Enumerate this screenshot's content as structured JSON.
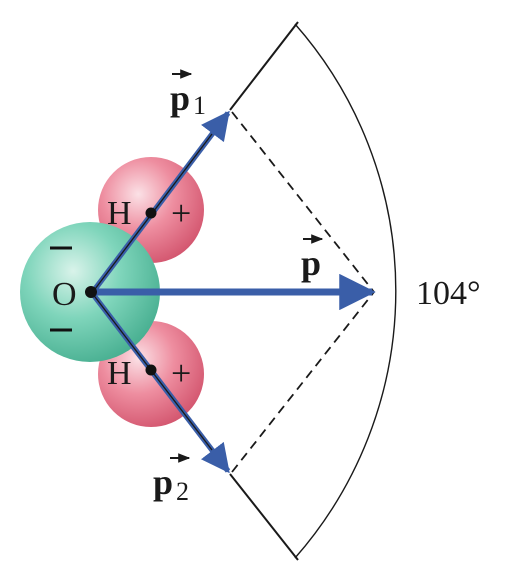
{
  "labels": {
    "p1_letter": "p",
    "p1_sub": "1",
    "p_letter": "p",
    "p2_letter": "p",
    "p2_sub": "2",
    "oxygen": "O",
    "hydrogen_top": "H",
    "hydrogen_bottom": "H",
    "plus_top": "+",
    "plus_bottom": "+",
    "angle": "104°"
  },
  "colors": {
    "arrow": "#3a5ea8",
    "oxygen_fill": "#6fcdb0",
    "hydrogen_fill": "#ec7f92",
    "line": "#1a1a1a"
  }
}
